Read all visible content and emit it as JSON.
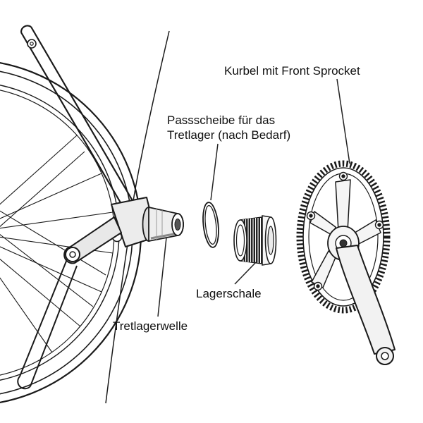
{
  "diagram": {
    "type": "exploded-parts-diagram",
    "labels": {
      "crank": "Kurbel mit Front Sprocket",
      "shim_line1": "Passscheibe für das",
      "shim_line2": "Tretlager (nach Bedarf)",
      "bearing_cup": "Lagerschale",
      "spindle": "Tretlagerwelle"
    },
    "colors": {
      "line": "#1a1a1a",
      "fill_light": "#f2f2f2",
      "background": "#ffffff"
    }
  }
}
